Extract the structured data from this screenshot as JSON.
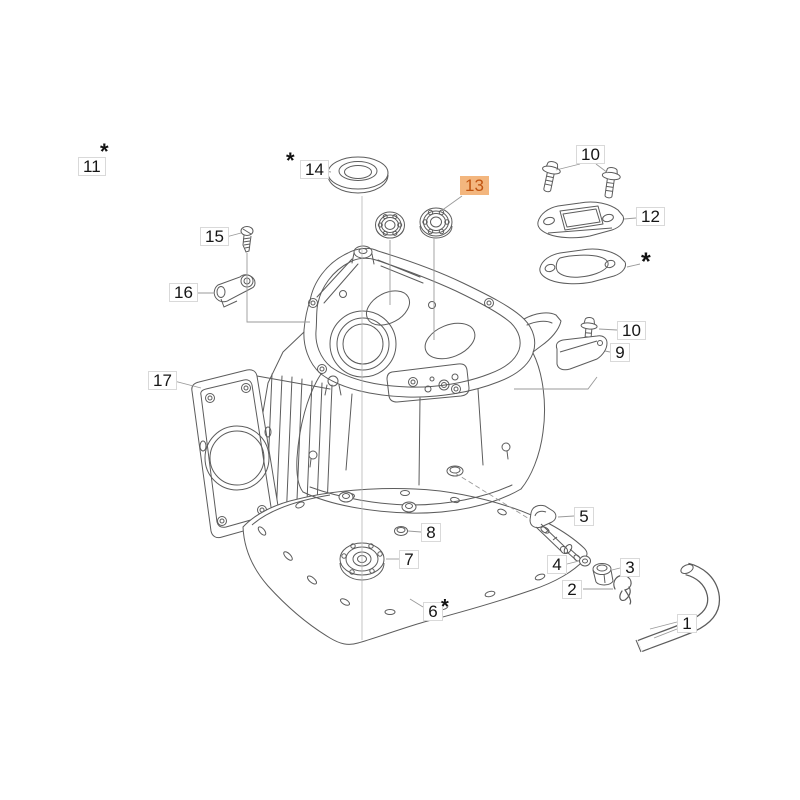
{
  "diagram": {
    "kind": "exploded-parts-diagram",
    "subject": "engine-crankcase-and-cylinder-assembly",
    "background_color": "#ffffff",
    "line_color": "#5c5c5c",
    "leader_color": "#9a9a9a",
    "label_text_color": "#161616",
    "highlight_bg": "#f3b67e",
    "highlight_text": "#c05410",
    "star_char": "*",
    "callouts": [
      {
        "label": "11",
        "star": "right",
        "highlighted": false
      },
      {
        "label": "14",
        "star": "left",
        "highlighted": false
      },
      {
        "label": "15",
        "star": null,
        "highlighted": false
      },
      {
        "label": "16",
        "star": null,
        "highlighted": false
      },
      {
        "label": "17",
        "star": null,
        "highlighted": false
      },
      {
        "label": "13",
        "star": null,
        "highlighted": true
      },
      {
        "label": "10",
        "star": null,
        "highlighted": false
      },
      {
        "label": "12",
        "star": null,
        "highlighted": false
      },
      {
        "label": "*",
        "star": null,
        "highlighted": false,
        "standalone_star": true
      },
      {
        "label": "10",
        "star": null,
        "highlighted": false
      },
      {
        "label": "9",
        "star": null,
        "highlighted": false
      },
      {
        "label": "8",
        "star": null,
        "highlighted": false
      },
      {
        "label": "7",
        "star": null,
        "highlighted": false
      },
      {
        "label": "6",
        "star": "right",
        "highlighted": false
      },
      {
        "label": "5",
        "star": null,
        "highlighted": false
      },
      {
        "label": "4",
        "star": null,
        "highlighted": false
      },
      {
        "label": "3",
        "star": null,
        "highlighted": false
      },
      {
        "label": "2",
        "star": null,
        "highlighted": false
      },
      {
        "label": "1",
        "star": null,
        "highlighted": false
      }
    ]
  }
}
